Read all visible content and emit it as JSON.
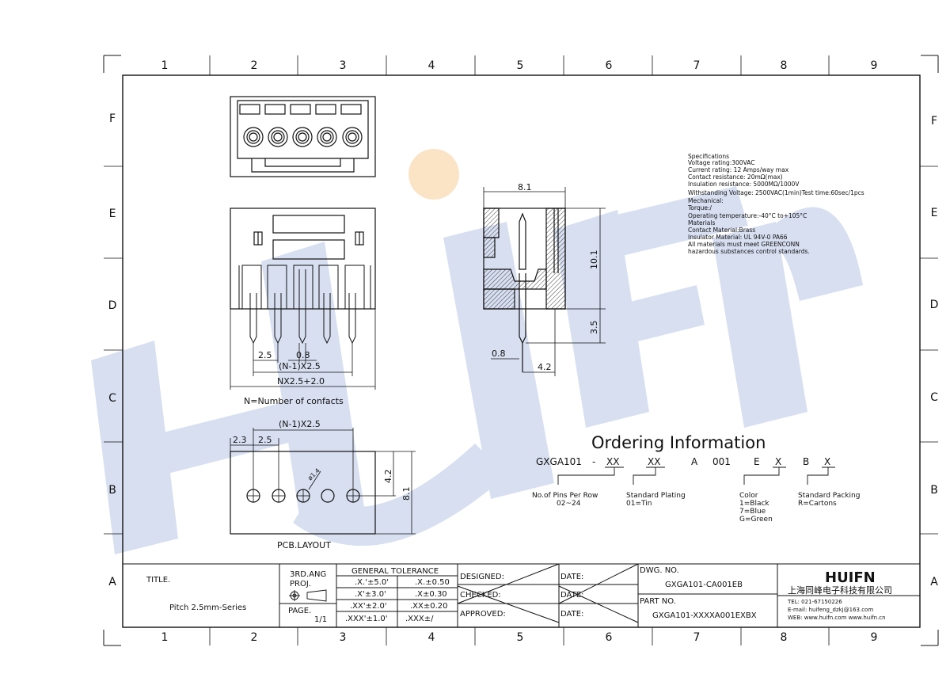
{
  "border": {
    "columns": [
      "1",
      "2",
      "3",
      "4",
      "5",
      "6",
      "7",
      "8",
      "9"
    ],
    "rows": [
      "F",
      "E",
      "D",
      "C",
      "B",
      "A"
    ]
  },
  "watermark": {
    "text": "HUIFN"
  },
  "top_view": {},
  "front_view": {
    "dims": {
      "pin_spacing": "2.5",
      "pin_width": "0.8",
      "n_minus_1": "(N-1)X2.5",
      "total": "NX2.5+2.0"
    },
    "note": "N=Number of confacts"
  },
  "side_view": {
    "dims": {
      "width": "8.1",
      "height": "10.1",
      "pin_len": "3.5",
      "pin_w": "0.8",
      "offset": "4.2"
    }
  },
  "pcb_layout": {
    "dims": {
      "n_minus_1": "(N-1)X2.5",
      "edge": "2.3",
      "pitch": "2.5",
      "hole": "ø1.4",
      "half": "4.2",
      "height": "8.1"
    },
    "label": "PCB.LAYOUT"
  },
  "specifications": {
    "lines": [
      "Specifications",
      "Voltage rating:300VAC",
      "Current rating: 12 Amps/way max",
      "Contact resistance: 20mΩ(max)",
      "Insulation resistance: 5000MΩ/1000V",
      "Withstanding Voltage: 2500VAC(1min)Test time:60sec/1pcs",
      "Mechanical:",
      "Torque:/",
      "Operating temperature:-40°C to+105°C",
      "Materials",
      "Contact Material:Brass",
      "Insulator Material: UL 94V-0 PA66",
      "All materials must meet GREENCONN",
      "hazardous substances control standards."
    ]
  },
  "ordering": {
    "title": "Ordering Information",
    "code": {
      "prefix": "GXGA101",
      "dash": "-",
      "p1": "XX",
      "p2": "XX",
      "a": "A",
      "n": "001",
      "e": "E",
      "x1": "X",
      "b": "B",
      "x2": "X"
    },
    "pins_label": "No.of Pins Per Row",
    "pins_range": "02~24",
    "plating_label": "Standard Plating",
    "plating_value": "01=Tin",
    "color_label": "Color",
    "color_values": [
      "1=Black",
      "7=Blue",
      "G=Green"
    ],
    "packing_label": "Standard Packing",
    "packing_value": "R=Cartons"
  },
  "title_block": {
    "title_label": "TITLE.",
    "title_value": "Pitch 2.5mm-Series",
    "proj_1": "3RD.ANG",
    "proj_2": "PROJ.",
    "page_label": "PAGE.",
    "page_value": "1/1",
    "tolerance_header": "GENERAL TOLERANCE",
    "tolerances": [
      [
        ".X.'±5.0'",
        ".X.±0.50"
      ],
      [
        ".X'±3.0'",
        ".X±0.30"
      ],
      [
        ".XX'±2.0'",
        ".XX±0.20"
      ],
      [
        ".XXX'±1.0'",
        ".XXX±/"
      ]
    ],
    "designed": "DESIGNED:",
    "checked": "CHECKED:",
    "approved": "APPROVED:",
    "date": "DATE:",
    "dwg_label": "DWG. NO.",
    "dwg_value": "GXGA101-CA001EB",
    "part_label": "PART NO.",
    "part_value": "GXGA101-XXXXA001EXBX",
    "company_logo": "HUIFN",
    "company_name": "上海同峰电子科技有限公司",
    "tel": "TEL: 021-67150226",
    "email": "E-mail: huifeng_dzkj@163.com",
    "web": "WEB: www.huifn.com  www.huifn.cn"
  }
}
